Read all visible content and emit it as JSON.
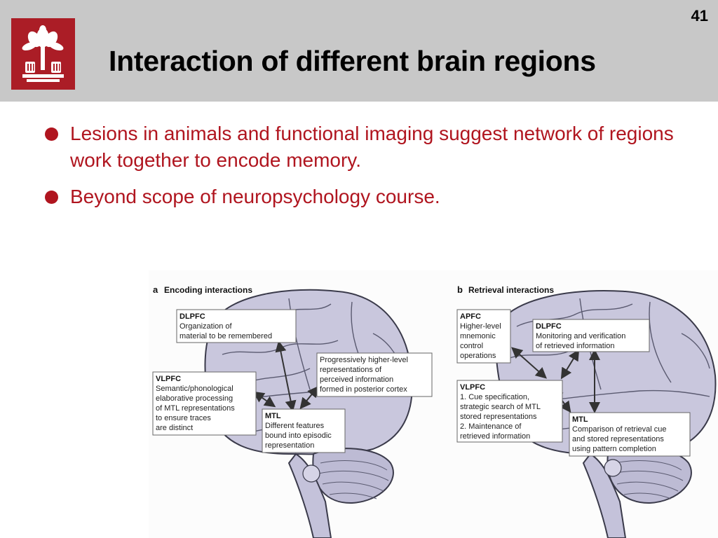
{
  "slide": {
    "number": "41",
    "title": "Interaction of different brain regions",
    "logo_color": "#ab1d26",
    "text_color": "#b0151f",
    "header_bg": "#c8c8c8"
  },
  "bullets": [
    "Lesions in animals and functional imaging suggest network of regions work together to encode memory.",
    "Beyond scope of neuropsychology course."
  ],
  "figure": {
    "panel_a": {
      "letter": "a",
      "title": "Encoding interactions",
      "boxes": {
        "dlpfc": {
          "heading": "DLPFC",
          "lines": [
            "Organization of",
            "material to be remembered"
          ]
        },
        "vlpfc": {
          "heading": "VLPFC",
          "lines": [
            "Semantic/phonological",
            "elaborative processing",
            "of MTL representations",
            "to ensure traces",
            "are distinct"
          ]
        },
        "posterior": {
          "heading": "",
          "lines": [
            "Progressively higher-level",
            "representations of",
            "perceived information",
            "formed in posterior cortex"
          ]
        },
        "mtl": {
          "heading": "MTL",
          "lines": [
            "Different features",
            "bound into episodic",
            "representation"
          ]
        }
      }
    },
    "panel_b": {
      "letter": "b",
      "title": "Retrieval interactions",
      "boxes": {
        "apfc": {
          "heading": "APFC",
          "lines": [
            "Higher-level",
            "mnemonic",
            "control",
            "operations"
          ]
        },
        "dlpfc": {
          "heading": "DLPFC",
          "lines": [
            "Monitoring and verification",
            "of retrieved information"
          ]
        },
        "vlpfc": {
          "heading": "VLPFC",
          "lines": [
            "1. Cue specification,",
            "strategic search of MTL",
            "stored representations",
            "2. Maintenance of",
            "retrieved information"
          ]
        },
        "mtl": {
          "heading": "MTL",
          "lines": [
            "Comparison of retrieval cue",
            "and stored representations",
            "using pattern completion"
          ]
        }
      }
    }
  }
}
